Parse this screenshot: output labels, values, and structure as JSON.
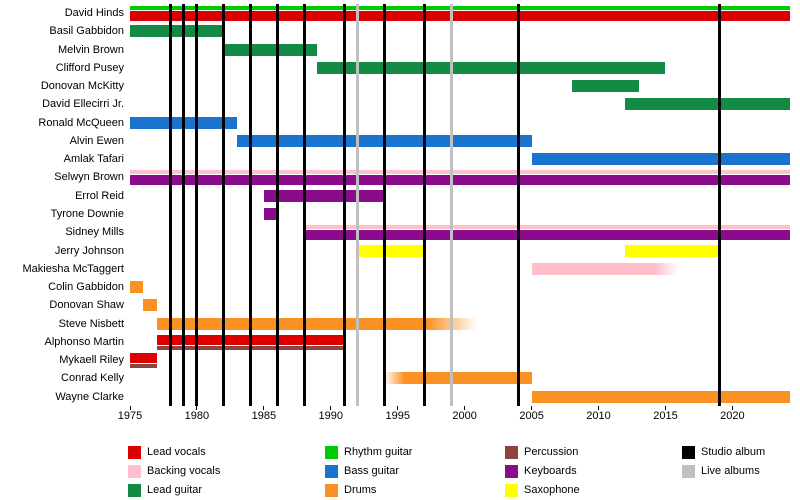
{
  "chart_data": {
    "type": "timeline",
    "x_axis": {
      "min": 1975,
      "max": 2024.3,
      "tick_years": [
        1975,
        1980,
        1985,
        1990,
        1995,
        2000,
        2005,
        2010,
        2015,
        2020
      ]
    },
    "roles": {
      "lead_vocals": {
        "label": "Lead vocals",
        "color": "#dd0000"
      },
      "backing_vocals": {
        "label": "Backing vocals",
        "color": "#ffc0cb"
      },
      "lead_guitar": {
        "label": "Lead guitar",
        "color": "#148b44"
      },
      "rhythm_guitar": {
        "label": "Rhythm guitar",
        "color": "#00cc00"
      },
      "bass_guitar": {
        "label": "Bass guitar",
        "color": "#1874cd"
      },
      "drums": {
        "label": "Drums",
        "color": "#fa9223"
      },
      "percussion": {
        "label": "Percussion",
        "color": "#8e4343"
      },
      "keyboards": {
        "label": "Keyboards",
        "color": "#8a0c8a"
      },
      "saxophone": {
        "label": "Saxophone",
        "color": "#ffff00"
      }
    },
    "events": {
      "studio_album": {
        "label": "Studio album",
        "color": "#000000",
        "years": [
          1978,
          1979,
          1980,
          1982,
          1984,
          1986,
          1988,
          1991,
          1994,
          1997,
          2004,
          2019
        ]
      },
      "live_albums": {
        "label": "Live albums",
        "color": "#c0c0c0",
        "years": [
          1992,
          1999
        ]
      }
    },
    "members": [
      {
        "name": "David Hinds",
        "bars": [
          {
            "role": "lead_vocals",
            "from": 1975,
            "to": 2024.3
          }
        ],
        "stripes": [
          {
            "role": "rhythm_guitar",
            "from": 1975,
            "to": 2024.3,
            "position": "top"
          }
        ]
      },
      {
        "name": "Basil Gabbidon",
        "bars": [
          {
            "role": "lead_guitar",
            "from": 1975,
            "to": 1982
          }
        ]
      },
      {
        "name": "Melvin Brown",
        "bars": [
          {
            "role": "lead_guitar",
            "from": 1982,
            "to": 1989
          }
        ]
      },
      {
        "name": "Clifford Pusey",
        "bars": [
          {
            "role": "lead_guitar",
            "from": 1989,
            "to": 2015
          }
        ]
      },
      {
        "name": "Donovan McKitty",
        "bars": [
          {
            "role": "lead_guitar",
            "from": 2008,
            "to": 2013
          }
        ]
      },
      {
        "name": "David Ellecirri Jr.",
        "bars": [
          {
            "role": "lead_guitar",
            "from": 2012,
            "to": 2024.3
          }
        ]
      },
      {
        "name": "Ronald McQueen",
        "bars": [
          {
            "role": "bass_guitar",
            "from": 1975,
            "to": 1983
          }
        ]
      },
      {
        "name": "Alvin Ewen",
        "bars": [
          {
            "role": "bass_guitar",
            "from": 1983,
            "to": 2005
          }
        ]
      },
      {
        "name": "Amlak Tafari",
        "bars": [
          {
            "role": "bass_guitar",
            "from": 2005,
            "to": 2024.3
          }
        ]
      },
      {
        "name": "Selwyn Brown",
        "bars": [
          {
            "role": "keyboards",
            "from": 1975,
            "to": 2024.3
          }
        ],
        "stripes": [
          {
            "role": "backing_vocals",
            "from": 1975,
            "to": 2024.3,
            "position": "top"
          }
        ]
      },
      {
        "name": "Errol Reid",
        "bars": [
          {
            "role": "keyboards",
            "from": 1985,
            "to": 1994
          }
        ]
      },
      {
        "name": "Tyrone Downie",
        "bars": [
          {
            "role": "keyboards",
            "from": 1985,
            "to": 1986
          }
        ]
      },
      {
        "name": "Sidney Mills",
        "bars": [
          {
            "role": "keyboards",
            "from": 1988,
            "to": 2024.3
          }
        ],
        "stripes": [
          {
            "role": "backing_vocals",
            "from": 1988,
            "to": 2024.3,
            "position": "top"
          }
        ]
      },
      {
        "name": "Jerry Johnson",
        "bars": [
          {
            "role": "saxophone",
            "from": 1992,
            "to": 1997
          },
          {
            "role": "saxophone",
            "from": 2012,
            "to": 2019
          }
        ]
      },
      {
        "name": "Makiesha McTaggert",
        "bars": [
          {
            "role": "backing_vocals",
            "from": 2005,
            "to": 2016,
            "fade": "right"
          }
        ]
      },
      {
        "name": "Colin Gabbidon",
        "bars": [
          {
            "role": "drums",
            "from": 1975,
            "to": 1976
          }
        ]
      },
      {
        "name": "Donovan Shaw",
        "bars": [
          {
            "role": "drums",
            "from": 1976,
            "to": 1977
          }
        ]
      },
      {
        "name": "Steve Nisbett",
        "bars": [
          {
            "role": "drums",
            "from": 1977,
            "to": 2001,
            "fade": "right"
          }
        ]
      },
      {
        "name": "Alphonso Martin",
        "bars": [
          {
            "role": "lead_vocals",
            "from": 1977,
            "to": 1991
          }
        ],
        "stripes": [
          {
            "role": "percussion",
            "from": 1977,
            "to": 1991,
            "position": "bottom"
          }
        ]
      },
      {
        "name": "Mykaell Riley",
        "bars": [
          {
            "role": "lead_vocals",
            "from": 1975,
            "to": 1977
          }
        ],
        "stripes": [
          {
            "role": "percussion",
            "from": 1975,
            "to": 1977,
            "position": "bottom"
          }
        ]
      },
      {
        "name": "Conrad Kelly",
        "bars": [
          {
            "role": "drums",
            "from": 1994,
            "to": 2005,
            "fade": "left"
          }
        ]
      },
      {
        "name": "Wayne Clarke",
        "bars": [
          {
            "role": "drums",
            "from": 2005,
            "to": 2024.3
          }
        ]
      }
    ]
  },
  "legend": {
    "columns": [
      [
        "lead_vocals",
        "backing_vocals",
        "lead_guitar"
      ],
      [
        "rhythm_guitar",
        "bass_guitar",
        "drums"
      ],
      [
        "percussion",
        "keyboards",
        "saxophone"
      ],
      [
        "studio_album",
        "live_albums"
      ]
    ]
  }
}
